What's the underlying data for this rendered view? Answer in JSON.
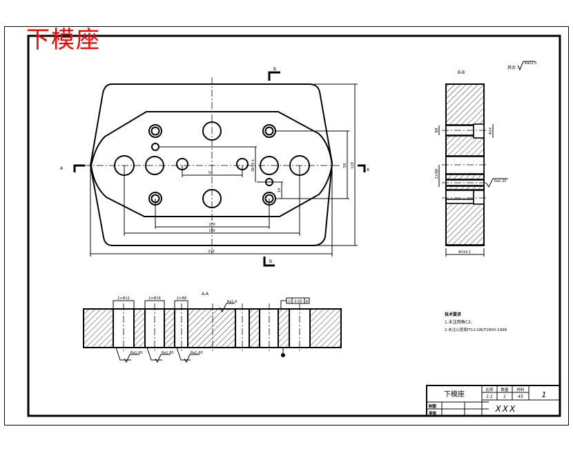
{
  "drawing": {
    "title_overlay": "下模座",
    "title_overlay_color": "#ff0000",
    "line_color": "#000000",
    "background": "#ffffff"
  },
  "plan_view": {
    "section_marker_b_top": "B",
    "section_marker_b_bottom": "B",
    "section_marker_a_left": "A",
    "section_marker_a_right": "A",
    "dim_overall_width": "215",
    "dim_outer_hole_span": "156",
    "dim_bolt_hole_span": "100",
    "dim_inner_hole_span": "54",
    "dim_overall_height": "118",
    "dim_bolt_hole_height": "58",
    "dim_pin_offset": "38±0.1",
    "dim_small_offset": "14"
  },
  "section_aa": {
    "label": "A-A",
    "hole_dims": [
      "2×Φ12",
      "2×Φ16",
      "2×Φ8"
    ],
    "surface_finish_top": "Ra1.6",
    "surface_finish_holes": [
      "Ra1.60",
      "Ra1.60",
      "Ra1.60"
    ],
    "tolerance_frame": [
      "//",
      "0.05",
      "A"
    ],
    "datum": "A"
  },
  "section_bb": {
    "label": "B-B",
    "dim_counterbore_left": "Φ8",
    "dim_counterbore_right": "Φ14",
    "dim_pin": "2×Φ8",
    "dim_thickness": "40±0.1",
    "surface_finish": "Ra1.25"
  },
  "general_finish": {
    "prefix": "其余",
    "value": "Ra12.5"
  },
  "tech_requirements": {
    "heading": "技术要求",
    "items": [
      "1.未注倒角C2;",
      "2.未注公差按IT12-GB/T1800-1998"
    ]
  },
  "title_block": {
    "part_name": "下模座",
    "header_scale": "比例",
    "header_qty": "数量",
    "header_material": "材料",
    "scale": "1:1",
    "qty": "1",
    "material": "45",
    "sheet_no": "1",
    "row_drawn": "制图",
    "row_checked": "审核",
    "company": "XXX"
  }
}
